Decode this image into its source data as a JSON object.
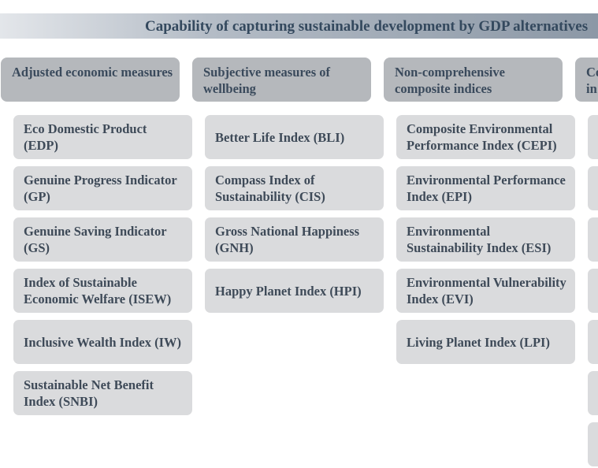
{
  "title": "Capability of capturing sustainable development by GDP alternatives",
  "columns": [
    {
      "header": "Adjusted economic measures",
      "items": [
        "Eco Domestic Product (EDP)",
        "Genuine Progress Indicator (GP)",
        "Genuine Saving Indicator (GS)",
        "Index of Sustainable Economic Welfare (ISEW)",
        "Inclusive Wealth Index (IW)",
        "Sustainable Net Benefit Index (SNBI)"
      ]
    },
    {
      "header": "Subjective measures of wellbeing",
      "items": [
        "Better Life Index (BLI)",
        "Compass Index of Sustainability (CIS)",
        "Gross National Happiness (GNH)",
        "Happy Planet Index (HPI)"
      ]
    },
    {
      "header": "Non-comprehensive composite indices",
      "items": [
        "Composite Environmental Performance Index (CEPI)",
        "Environmental Performance Index (EPI)",
        "Environmental Sustainability Index (ESI)",
        "Environmental Vulnerability Index (EVI)",
        "Living Planet Index (LPI)"
      ]
    },
    {
      "header": "Co in",
      "items": [
        "",
        "",
        "",
        "",
        "",
        "",
        ""
      ]
    }
  ],
  "colors": {
    "banner_start": "#e3e6ea",
    "banner_end": "#8c98a6",
    "header_fill": "#b5b8bc",
    "item_fill": "#dadbdd",
    "text": "#3e4a58"
  }
}
